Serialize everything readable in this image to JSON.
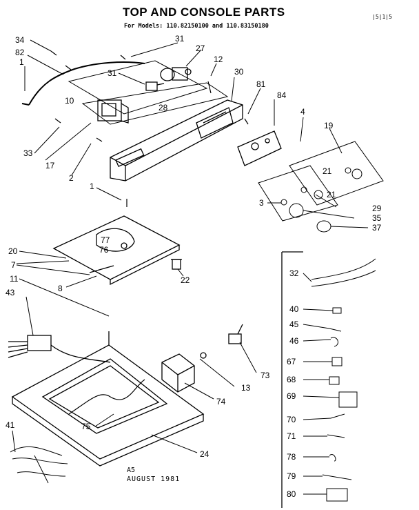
{
  "title": "TOP AND CONSOLE PARTS",
  "subtitle": "For Models: 110.82150100 and 110.83150180",
  "corner_mark": "|5|1|5",
  "footer": {
    "line1": "A5",
    "line2": "AUGUST 1981"
  },
  "callouts": [
    "34",
    "31",
    "27",
    "82",
    "12",
    "1",
    "30",
    "81",
    "84",
    "31",
    "4",
    "19",
    "10",
    "28",
    "33",
    "17",
    "2",
    "21",
    "21",
    "1",
    "3",
    "29",
    "35",
    "37",
    "20",
    "77",
    "76",
    "7",
    "11",
    "8",
    "22",
    "43",
    "32",
    "40",
    "45",
    "46",
    "67",
    "68",
    "69",
    "73",
    "13",
    "74",
    "70",
    "71",
    "78",
    "75",
    "24",
    "41",
    "79",
    "80"
  ]
}
